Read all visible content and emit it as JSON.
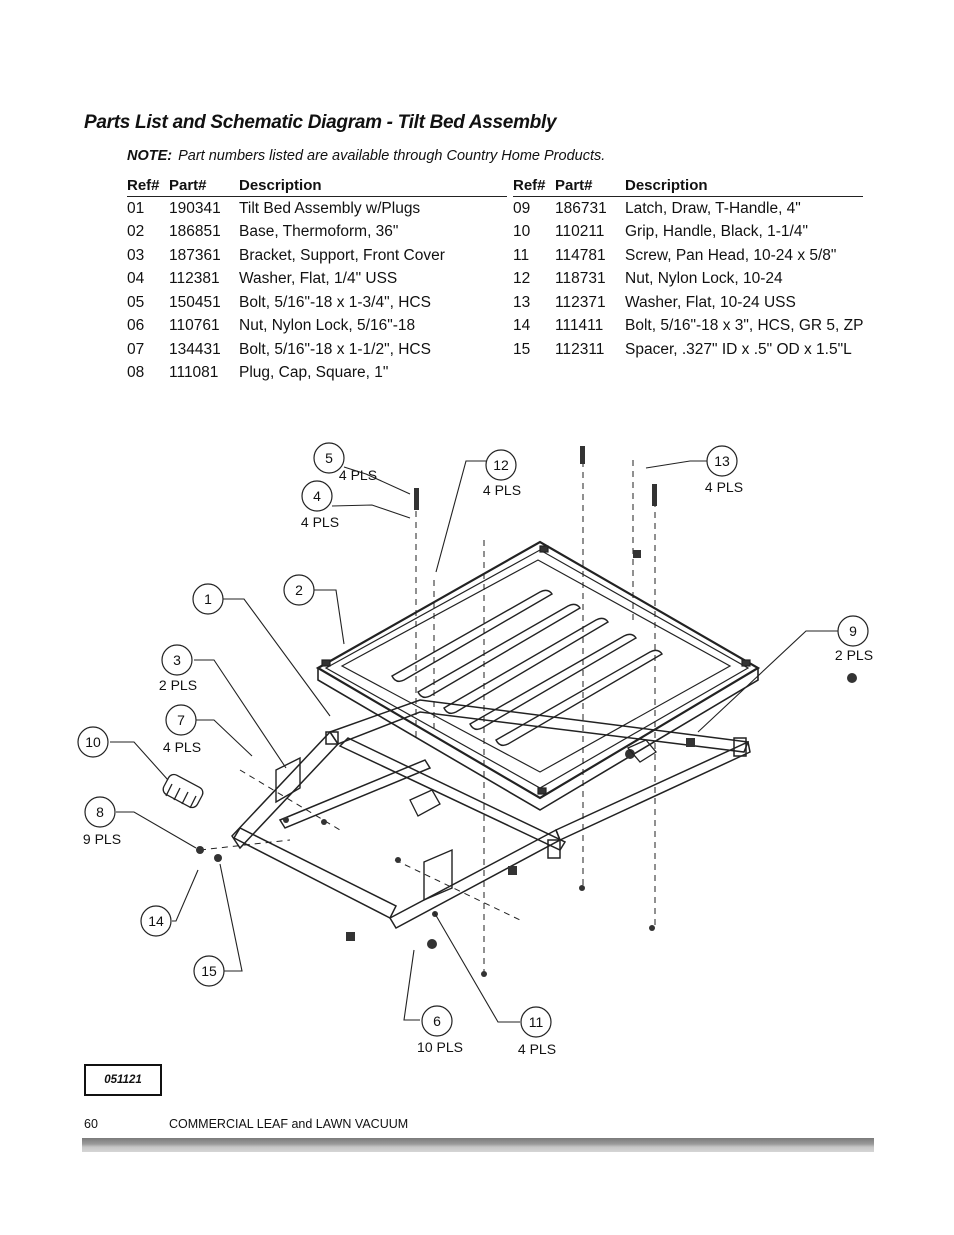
{
  "title": "Parts List and Schematic Diagram - Tilt Bed Assembly",
  "note": {
    "label": "NOTE:",
    "text": "Part numbers listed are available through Country Home Products."
  },
  "columns": {
    "ref": "Ref#",
    "part": "Part#",
    "description": "Description"
  },
  "parts_left": [
    {
      "ref": "01",
      "part": "190341",
      "description": "Tilt Bed Assembly w/Plugs"
    },
    {
      "ref": "02",
      "part": "186851",
      "description": "Base, Thermoform, 36\""
    },
    {
      "ref": "03",
      "part": "187361",
      "description": "Bracket, Support, Front Cover"
    },
    {
      "ref": "04",
      "part": "112381",
      "description": "Washer, Flat, 1/4\" USS"
    },
    {
      "ref": "05",
      "part": "150451",
      "description": "Bolt, 5/16\"-18 x 1-3/4\", HCS"
    },
    {
      "ref": "06",
      "part": "110761",
      "description": "Nut, Nylon Lock, 5/16\"-18"
    },
    {
      "ref": "07",
      "part": "134431",
      "description": "Bolt, 5/16\"-18 x 1-1/2\", HCS"
    },
    {
      "ref": "08",
      "part": "111081",
      "description": "Plug, Cap, Square, 1\""
    }
  ],
  "parts_right": [
    {
      "ref": "09",
      "part": "186731",
      "description": "Latch, Draw, T-Handle, 4\""
    },
    {
      "ref": "10",
      "part": "110211",
      "description": "Grip, Handle, Black, 1-1/4\""
    },
    {
      "ref": "11",
      "part": "114781",
      "description": "Screw, Pan Head, 10-24 x 5/8\""
    },
    {
      "ref": "12",
      "part": "118731",
      "description": "Nut, Nylon Lock, 10-24"
    },
    {
      "ref": "13",
      "part": "112371",
      "description": "Washer, Flat, 10-24 USS"
    },
    {
      "ref": "14",
      "part": "111411",
      "description": "Bolt, 5/16\"-18 x 3\", HCS, GR 5, ZP"
    },
    {
      "ref": "15",
      "part": "112311",
      "description": "Spacer, .327\" ID x .5\" OD x 1.5\"L"
    }
  ],
  "callouts": [
    {
      "num": "5",
      "qty": "4 PLS"
    },
    {
      "num": "4",
      "qty": "4 PLS"
    },
    {
      "num": "12",
      "qty": "4 PLS"
    },
    {
      "num": "13",
      "qty": "4 PLS"
    },
    {
      "num": "1",
      "qty": ""
    },
    {
      "num": "2",
      "qty": ""
    },
    {
      "num": "3",
      "qty": "2 PLS"
    },
    {
      "num": "7",
      "qty": "4 PLS"
    },
    {
      "num": "9",
      "qty": "2 PLS"
    },
    {
      "num": "10",
      "qty": ""
    },
    {
      "num": "8",
      "qty": "9 PLS"
    },
    {
      "num": "14",
      "qty": ""
    },
    {
      "num": "15",
      "qty": ""
    },
    {
      "num": "6",
      "qty": "10 PLS"
    },
    {
      "num": "11",
      "qty": "4 PLS"
    }
  ],
  "drawing_code": "051121",
  "footer": {
    "page": "60",
    "title": "COMMERCIAL LEAF and LAWN VACUUM"
  }
}
